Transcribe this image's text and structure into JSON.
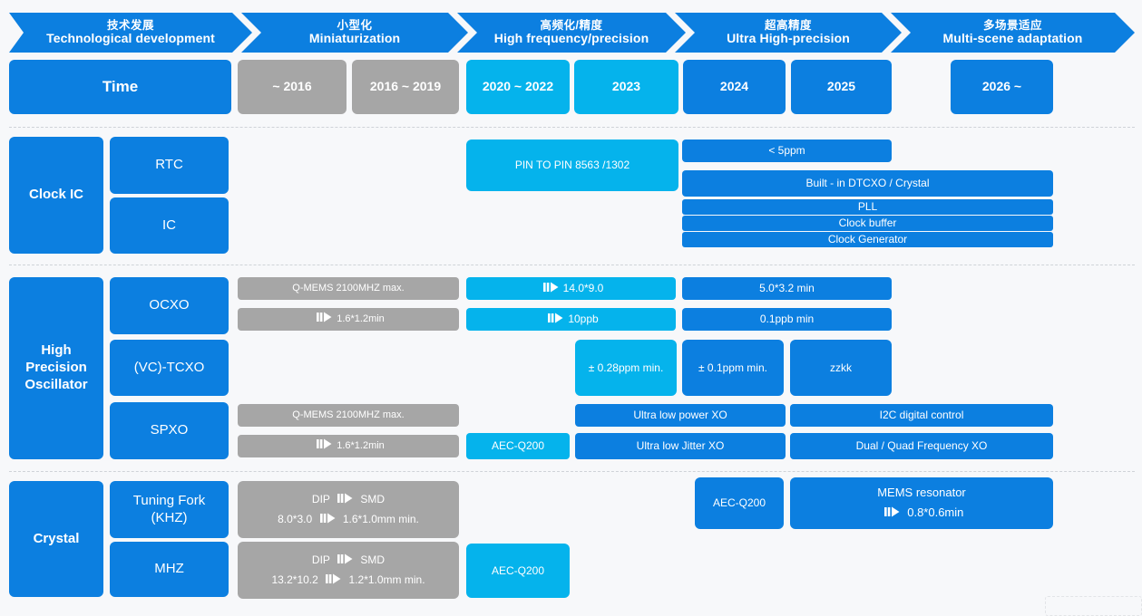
{
  "roadmap": {
    "phases": [
      {
        "zh": "技术发展",
        "en": "Technological development"
      },
      {
        "zh": "小型化",
        "en": "Miniaturization"
      },
      {
        "zh": "高频化/精度",
        "en": "High frequency/precision"
      },
      {
        "zh": "超高精度",
        "en": "Ultra High-precision"
      },
      {
        "zh": "多场景适应",
        "en": "Multi-scene adaptation"
      }
    ],
    "timeline": {
      "label": "Time",
      "periods": [
        {
          "label": "~ 2016",
          "color": "grey"
        },
        {
          "label": "2016 ~ 2019",
          "color": "grey"
        },
        {
          "label": "2020 ~ 2022",
          "color": "cyan"
        },
        {
          "label": "2023",
          "color": "cyan"
        },
        {
          "label": "2024",
          "color": "blue"
        },
        {
          "label": "2025",
          "color": "blue"
        },
        {
          "label": "2026 ~",
          "color": "blue"
        }
      ]
    },
    "colors": {
      "blue": "#0c7fe0",
      "cyan": "#05b3ec",
      "grey": "#a6a6a6",
      "background": "#f7f8fa",
      "separator": "#cfd3d8"
    },
    "sections": [
      {
        "name": "Clock IC",
        "rows": [
          "RTC",
          "IC"
        ],
        "items": [
          {
            "text": "PIN TO PIN 8563 /1302",
            "color": "cyan"
          },
          {
            "text": "< 5ppm",
            "color": "blue"
          },
          {
            "text": "Built - in   DTCXO / Crystal",
            "color": "blue"
          },
          {
            "text": "PLL",
            "color": "blue"
          },
          {
            "text": "Clock buffer",
            "color": "blue"
          },
          {
            "text": "Clock Generator",
            "color": "blue"
          }
        ]
      },
      {
        "name": "High Precision Oscillator",
        "rows": [
          "OCXO",
          "(VC)-TCXO",
          "SPXO"
        ],
        "items": [
          {
            "text": "Q-MEMS  2100MHZ max.",
            "color": "grey"
          },
          {
            "text": "1.6*1.2min",
            "color": "grey",
            "icon": "fast-forward-icon"
          },
          {
            "text": "14.0*9.0",
            "color": "cyan",
            "icon": "fast-forward-icon"
          },
          {
            "text": "10ppb",
            "color": "cyan",
            "icon": "fast-forward-icon"
          },
          {
            "text": "5.0*3.2 min",
            "color": "blue"
          },
          {
            "text": "0.1ppb min",
            "color": "blue"
          },
          {
            "text": "± 0.28ppm min.",
            "color": "cyan"
          },
          {
            "text": "± 0.1ppm min.",
            "color": "blue"
          },
          {
            "text": "zzkk",
            "color": "blue"
          },
          {
            "text": "Q-MEMS  2100MHZ max.",
            "color": "grey"
          },
          {
            "text": "1.6*1.2min",
            "color": "grey",
            "icon": "fast-forward-icon"
          },
          {
            "text": "AEC-Q200",
            "color": "cyan"
          },
          {
            "text": "Ultra low power XO",
            "color": "blue"
          },
          {
            "text": "Ultra low Jitter XO",
            "color": "blue"
          },
          {
            "text": "I2C digital control",
            "color": "blue"
          },
          {
            "text": "Dual / Quad Frequency XO",
            "color": "blue"
          }
        ]
      },
      {
        "name": "Crystal",
        "rows": [
          "Tuning Fork (KHZ)",
          "MHZ"
        ],
        "items": [
          {
            "line1_a": "DIP",
            "line1_b": "SMD",
            "line2_a": "8.0*3.0",
            "line2_b": "1.6*1.0mm min.",
            "color": "grey"
          },
          {
            "line1_a": "DIP",
            "line1_b": "SMD",
            "line2_a": "13.2*10.2",
            "line2_b": "1.2*1.0mm min.",
            "color": "grey"
          },
          {
            "text": "AEC-Q200",
            "color": "cyan"
          },
          {
            "text": "AEC-Q200",
            "color": "blue"
          },
          {
            "line1": "MEMS resonator",
            "line2": "0.8*0.6min",
            "color": "blue",
            "icon": "fast-forward-icon"
          }
        ]
      }
    ]
  },
  "labels": {
    "clock_ic": "Clock IC",
    "rtc": "RTC",
    "ic": "IC",
    "hpo_line1": "High",
    "hpo_line2": "Precision",
    "hpo_line3": "Oscillator",
    "ocxo": "OCXO",
    "vctcxo": "(VC)-TCXO",
    "spxo": "SPXO",
    "crystal": "Crystal",
    "tuning_fork_line1": "Tuning Fork",
    "tuning_fork_line2": "(KHZ)",
    "mhz": "MHZ"
  }
}
